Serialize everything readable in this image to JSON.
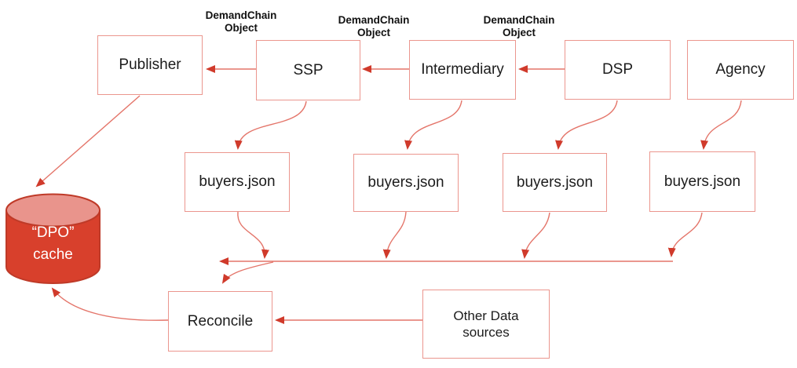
{
  "colors": {
    "line": "#e4756a",
    "arrow": "#d03a2b",
    "box_border": "#eb968e",
    "box_bg": "#ffffff",
    "cylinder_body": "#d8402c",
    "cylinder_top": "#e9948c",
    "cylinder_stroke": "#bf3a28",
    "cache_text": "#ffffff",
    "label_text": "#1c1c1c",
    "annotation_text": "#111111"
  },
  "nodes": {
    "publisher": "Publisher",
    "ssp": "SSP",
    "intermediary": "Intermediary",
    "dsp": "DSP",
    "agency": "Agency",
    "reconcile": "Reconcile",
    "other_data_sources": "Other Data sources",
    "dpo_cache_line1": "“DPO”",
    "dpo_cache_line2": "cache"
  },
  "buyers_json_labels": [
    "buyers.json",
    "buyers.json",
    "buyers.json",
    "buyers.json"
  ],
  "annotations": {
    "demandchain_labels": [
      "DemandChain Object",
      "DemandChain Object",
      "DemandChain Object"
    ]
  }
}
